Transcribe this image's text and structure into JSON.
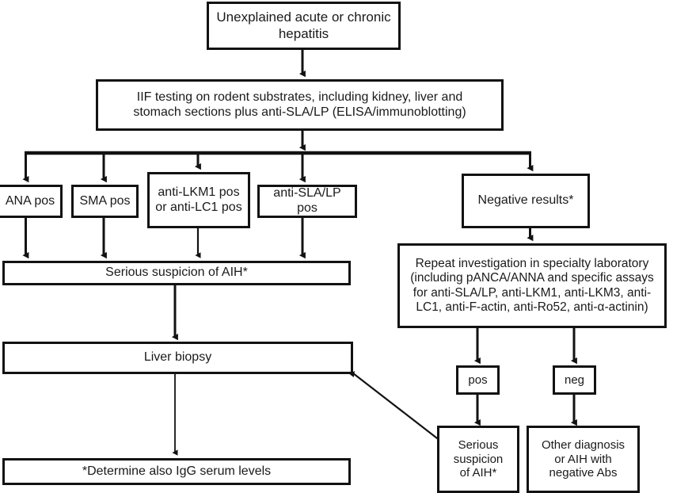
{
  "diagram": {
    "title": "Diagnostic algorithm for autoimmune hepatitis antibody testing",
    "ink_color": "#121212",
    "background": "#ffffff",
    "footnote_marker": "*",
    "nodes": {
      "start": {
        "label": "Unexplained acute or chronic\nhepatitis"
      },
      "iif_testing": {
        "label": "IIF testing on rodent substrates, including kidney, liver and\nstomach sections plus anti-SLA/LP (ELISA/immunoblotting)"
      },
      "ana_pos": {
        "label": "ANA pos"
      },
      "sma_pos": {
        "label": "SMA  pos"
      },
      "lkm1_lc1_pos": {
        "label": "anti-LKM1 pos\nor anti-LC1 pos"
      },
      "sla_lp_pos": {
        "label": "anti-SLA/LP pos"
      },
      "negative_results": {
        "label": "Negative results*"
      },
      "serious_suspicion_left": {
        "label": "Serious suspicion of AIH*"
      },
      "repeat_investigation": {
        "label": "Repeat investigation in specialty laboratory\n(including pANCA/ANNA and specific assays\nfor anti-SLA/LP, anti-LKM1, anti-LKM3, anti-\nLC1, anti-F-actin, anti-Ro52, anti-α-actinin)"
      },
      "liver_biopsy": {
        "label": "Liver biopsy"
      },
      "pos": {
        "label": "pos"
      },
      "neg": {
        "label": "neg"
      },
      "serious_suspicion_right": {
        "label": "Serious\nsuspicion\nof AIH*"
      },
      "other_diagnosis": {
        "label": "Other diagnosis\nor AIH with\nnegative Abs"
      },
      "igg_note": {
        "label": "*Determine also IgG serum levels"
      }
    }
  }
}
